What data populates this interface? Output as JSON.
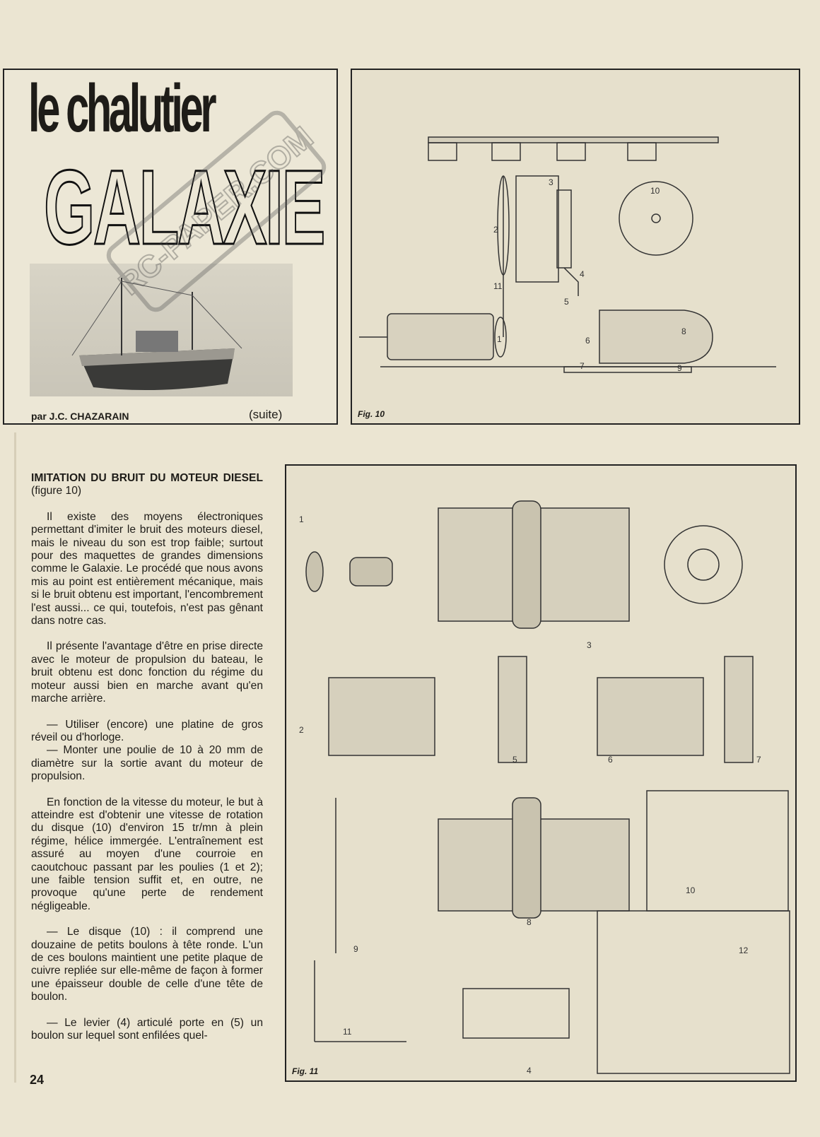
{
  "title": {
    "line1": "le chalutier",
    "line2": "GALAXIE",
    "byline": "par J.C. CHAZARAIN",
    "suite": "(suite)"
  },
  "watermark": "RC-PAPER.COM",
  "figures": {
    "fig10": {
      "label": "Fig. 10",
      "callouts": [
        "1",
        "2",
        "3",
        "4",
        "5",
        "6",
        "7",
        "8",
        "9",
        "10",
        "11"
      ]
    },
    "fig11": {
      "label": "Fig. 11",
      "callouts": [
        "1",
        "2",
        "3",
        "4",
        "5",
        "6",
        "7",
        "8",
        "9",
        "10",
        "11",
        "12"
      ]
    }
  },
  "article": {
    "heading_bold": "IMITATION DU BRUIT DU MOTEUR DIESEL",
    "heading_rest": " (figure 10)",
    "paragraphs": [
      "Il existe des moyens électroniques permettant d'imiter le bruit des moteurs diesel, mais le niveau du son est trop faible; surtout pour des maquettes de grandes dimensions comme le Galaxie. Le procédé que nous avons mis au point est entièrement mécanique, mais si le bruit obtenu est important, l'encombrement l'est aussi... ce qui, toutefois, n'est pas gênant dans notre cas.",
      "Il présente l'avantage d'être en prise directe avec le moteur de propulsion du bateau, le bruit obtenu est donc fonction du régime du moteur aussi bien en marche avant qu'en marche arrière.",
      "— Utiliser (encore) une platine de gros réveil ou d'horloge.",
      "— Monter une poulie de 10 à 20 mm de diamètre sur la sortie avant du moteur de propulsion.",
      "En fonction de la vitesse du moteur, le but à atteindre est d'obtenir une vitesse de rotation du disque (10) d'environ 15 tr/mn à plein régime, hélice immergée. L'entraînement est assuré au moyen d'une courroie en caoutchouc passant par les poulies (1 et 2); une faible tension suffit et, en outre, ne provoque qu'une perte de rendement négligeable.",
      "— Le disque (10) : il comprend une douzaine de petits boulons à tête ronde. L'un de ces boulons maintient une petite plaque de cuivre repliée sur elle-même de façon à former une épaisseur double de celle d'une tête de boulon.",
      "— Le levier (4) articulé porte en (5) un boulon sur lequel sont enfilées quel-"
    ]
  },
  "page_number": "24"
}
